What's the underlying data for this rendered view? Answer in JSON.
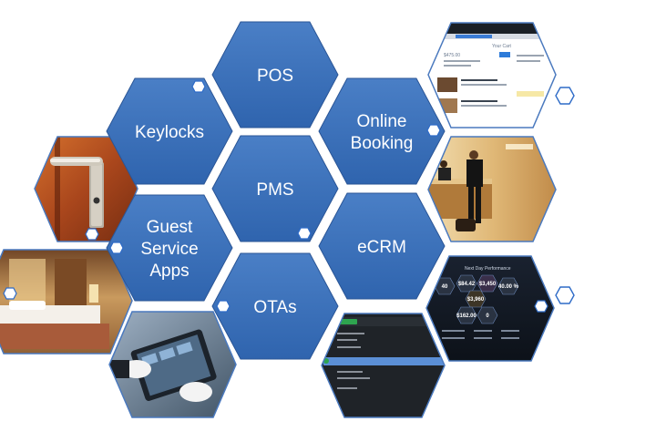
{
  "diagram": {
    "modules": [
      {
        "id": "pos",
        "label_lines": [
          "POS"
        ]
      },
      {
        "id": "keylocks",
        "label_lines": [
          "Keylocks"
        ]
      },
      {
        "id": "online-booking",
        "label_lines": [
          "Online",
          "Booking"
        ]
      },
      {
        "id": "pms",
        "label_lines": [
          "PMS"
        ]
      },
      {
        "id": "guest-service-apps",
        "label_lines": [
          "Guest",
          "Service",
          "Apps"
        ]
      },
      {
        "id": "ecrm",
        "label_lines": [
          "eCRM"
        ]
      },
      {
        "id": "otas",
        "label_lines": [
          "OTAs"
        ]
      }
    ],
    "photos": [
      {
        "id": "door-lock",
        "icon": "door-lock-photo-icon"
      },
      {
        "id": "hotel-room",
        "icon": "hotel-room-photo-icon"
      },
      {
        "id": "tablet-hands",
        "icon": "tablet-photo-icon"
      },
      {
        "id": "mobile-app-screen",
        "icon": "mobile-app-screenshot-icon"
      },
      {
        "id": "booking-cart",
        "icon": "booking-cart-screenshot-icon"
      },
      {
        "id": "reception-desk",
        "icon": "reception-desk-photo-icon"
      },
      {
        "id": "performance-dashboard",
        "icon": "dashboard-screenshot-icon"
      }
    ],
    "colors": {
      "hex_fill": "#3a6eb6",
      "hex_stroke": "#2a5596",
      "outline": "#2e6bc7",
      "photo_border": "#4a79be"
    },
    "screens": {
      "cart": {
        "title": "Your Cart",
        "price": "$475.00"
      },
      "dashboard": {
        "title": "Next Day Performance",
        "values": [
          "40",
          "$84.42",
          "$3,450",
          "40.00 %",
          "$3,960",
          "$162.00",
          "0"
        ]
      }
    }
  }
}
